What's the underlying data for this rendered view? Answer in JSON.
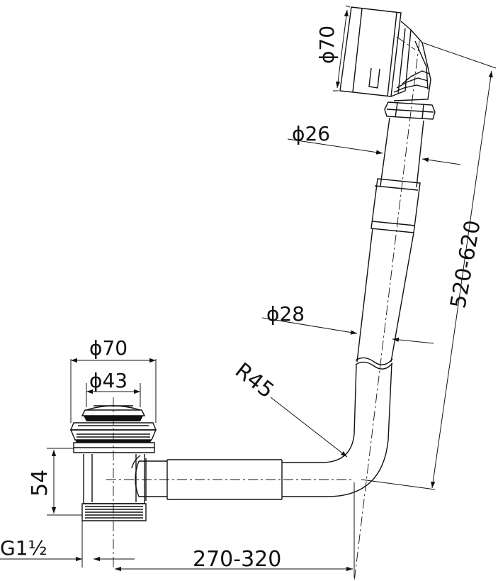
{
  "labels": {
    "inlet_diameter": "ϕ70",
    "tube_diameter_upper": "ϕ26",
    "tube_diameter_lower": "ϕ28",
    "height_range": "520-620",
    "bend_radius": "R45",
    "drain_outer_diameter": "ϕ70",
    "drain_inner_diameter": "ϕ43",
    "drain_height": "54",
    "thread": "G1½",
    "length_range": "270-320"
  },
  "colors": {
    "line": "#111111",
    "background": "#ffffff"
  }
}
